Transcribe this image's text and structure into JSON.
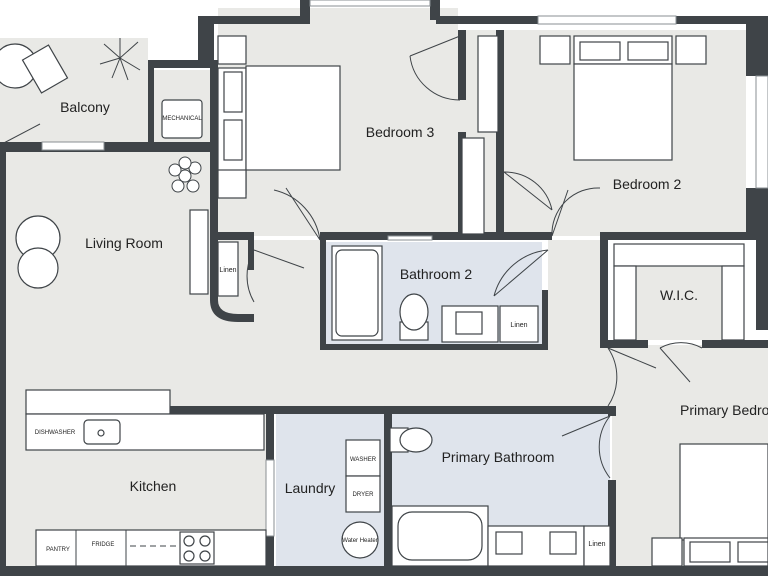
{
  "rooms": {
    "balcony": "Balcony",
    "mechanical": "MECHANICAL",
    "bedroom3": "Bedroom 3",
    "bedroom2": "Bedroom 2",
    "living_room": "Living Room",
    "bathroom2": "Bathroom 2",
    "wic": "W.I.C.",
    "primary_bedroom": "Primary Bedro",
    "kitchen": "Kitchen",
    "laundry": "Laundry",
    "primary_bathroom": "Primary Bathroom"
  },
  "fixtures": {
    "linen_hall": "Linen",
    "linen_bath2": "Linen",
    "linen_primary_bath": "Linen",
    "dishwasher": "DISHWASHER",
    "washer": "WASHER",
    "dryer": "DRYER",
    "water_heater": "Water Heater",
    "pantry": "PANTRY",
    "fridge": "FRIDGE"
  },
  "colors": {
    "wall": "#3f4448",
    "floor": "#e9e9e6",
    "wet_area": "#dfe4ec"
  }
}
